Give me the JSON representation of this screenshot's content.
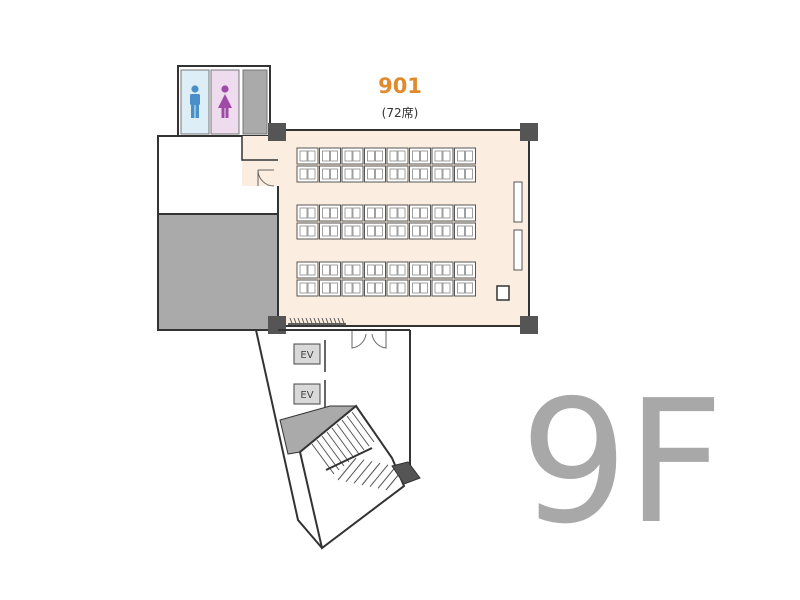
{
  "room": {
    "number": "901",
    "seats": "(72席)"
  },
  "elevators": [
    {
      "label": "EV"
    },
    {
      "label": "EV"
    }
  ],
  "floor": {
    "label": "9F"
  },
  "colors": {
    "room_fill": "#fbeee0",
    "wall": "#333333",
    "gray_area": "#aaaaaa",
    "column": "#555555",
    "male": "#4a90c8",
    "female": "#a04aa8",
    "men_room_fill": "#ddeef6",
    "women_room_fill": "#eedcee",
    "room_number": "#e08a2e",
    "floor_label": "#a8a8a8"
  },
  "icons": [
    "male-restroom-icon",
    "female-restroom-icon",
    "door-icon",
    "stairs-icon"
  ]
}
